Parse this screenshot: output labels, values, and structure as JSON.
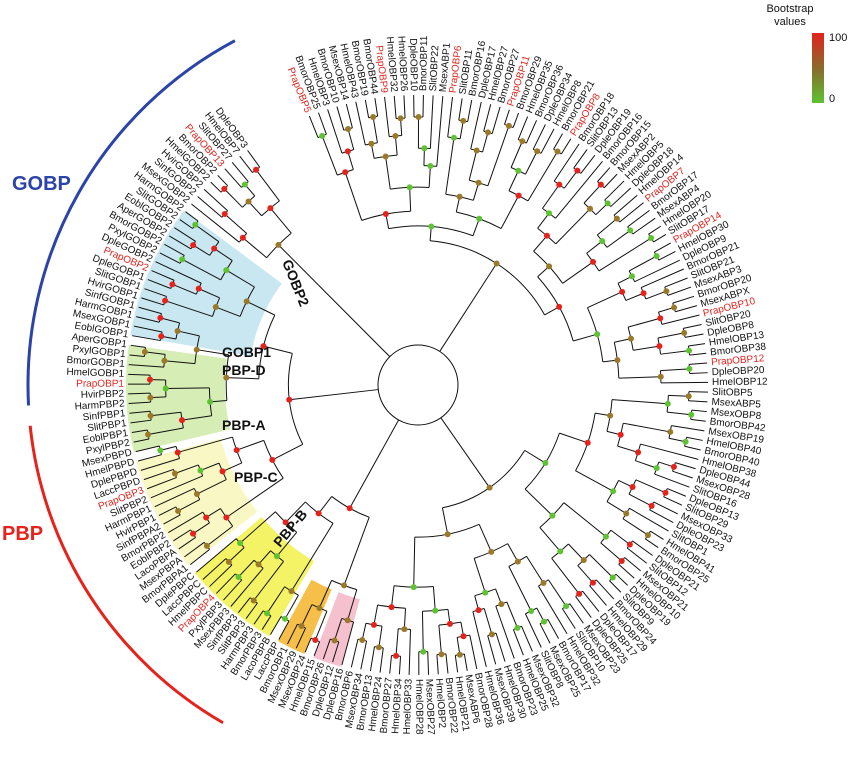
{
  "legend": {
    "title_line1": "Bootstrap",
    "title_line2": "values",
    "max_label": "100",
    "min_label": "0",
    "high_color": "#e3231c",
    "low_color": "#5ec233"
  },
  "groups": [
    {
      "label": "GOBP",
      "color": "#2c43a8"
    },
    {
      "label": "PBP",
      "color": "#e3231c"
    }
  ],
  "clades": [
    {
      "label": "GOBP2",
      "color": "#bfe3ef"
    },
    {
      "label": "GOBP1",
      "color": "#cfeaa8"
    },
    {
      "label": "PBP-D",
      "color": "#f8f6b8"
    },
    {
      "label": "PBP-A",
      "color": "#f2f04a"
    },
    {
      "label": "PBP-C",
      "color": "#f4b42a"
    },
    {
      "label": "PBP-B",
      "color": "#f4b6c6"
    }
  ],
  "highlight_color": "#e3231c",
  "leaves": [
    "PrapOBP5",
    "BmorOBP25",
    "HmelOBP3",
    "BmorOBP10",
    "MsexOBP14",
    "HmelOBP43",
    "BmorOBP19",
    "BmorOBP44",
    "PrapOBP9",
    "HmelOBP32",
    "HmelOBP26",
    "DpleOBP10",
    "BmorOBP11",
    "SlitOBP22",
    "MsexABP1",
    "PrapOBP6",
    "SlitOBP11",
    "BmorOBP16",
    "DpleOBP17",
    "HmelOBP27",
    "BmorOBP27",
    "PrapOBP11",
    "BmorOBP29",
    "HmelOBP35",
    "BmorOBP36",
    "DpleOBP34",
    "HmelOBP8",
    "BmorOBP21",
    "PrapOBP8",
    "BmorOBP18",
    "SlitOBP13",
    "DpleOBP19",
    "BmorOBP16",
    "BmorOBP15",
    "MsexABP2",
    "HmelOBP5",
    "DpleOBP18",
    "HmelOBP14",
    "PrapOBP7",
    "BmorOBP17",
    "MsexABP4",
    "HmelOBP20",
    "SlitOBP17",
    "PrapOBP14",
    "HmelOBP30",
    "DpleOBP9",
    "BmorOBP21",
    "SlitOBP21",
    "MsexABP3",
    "BmorOBP20",
    "MsexABPX",
    "PrapOBP10",
    "SlitOBP20",
    "DpleOBP8",
    "HmelOBP13",
    "BmorOBP38",
    "PrapOBP12",
    "DpleOBP20",
    "HmelOBP12",
    "SlitOBP5",
    "MsexABP5",
    "MsexOBP8",
    "BmorOBP42",
    "MsexOBP19",
    "HmelOBP40",
    "BmorOBP40",
    "HmelOBP38",
    "DpleOBP44",
    "MsexOBP28",
    "SlitOBP16",
    "DpleOBP13",
    "SlitOBP29",
    "MsexOBP33",
    "DpleOBP23",
    "SlitOBP1",
    "HmelOBP41",
    "BmorOBP25",
    "DpleOBP21",
    "SlitOBP12",
    "MsexOBP21",
    "HmelOBP10",
    "DpleOBP19",
    "SlitOBP9",
    "BmorOBP24",
    "HmelOBP29",
    "DpleOBP17",
    "DpleOBP25",
    "MsexOBP23",
    "SlitOBP10",
    "HmelOBP32",
    "BmorOBP17",
    "MsexOBP25",
    "SlitOBP8",
    "MsexOBP32",
    "HmelOBP25",
    "BmorOBP23",
    "HmelOBP30",
    "MsexOBP39",
    "HmelOBP36",
    "BmorOBP28",
    "MsexABP6",
    "HmelOBP21",
    "BmorOBP22",
    "HmelOBP2",
    "MsexOBP27",
    "HmelOBP28",
    "HmelOBP33",
    "HmelOBP34",
    "BmorOBP27",
    "HmelOBP24",
    "BmorOBP13",
    "MsexOBP34",
    "BmorOBP6",
    "DpleOBP16",
    "DpleOBP12",
    "BmorOBP26",
    "HmelOBP15",
    "MsexOBP24",
    "MsexOBP29",
    "BmorOBP1",
    "LaccPBP",
    "LacoPBPB",
    "BmorPBP3",
    "HarmPBP3",
    "SlitPBP3",
    "SinfPBP3",
    "MsexPBP3",
    "PxylPBP3",
    "PrapOBP4",
    "HmelPBPC",
    "LaccPBPC",
    "DplePBPC",
    "BmorPBPA1",
    "MsexPBPA",
    "LacoPBPA",
    "EoblPBP2",
    "BmorPBP2",
    "SinfPBPA2",
    "HvirPBP1",
    "HarmPBP1",
    "SlitPBP2",
    "PrapOBP3",
    "LaccPBPD",
    "DplePBPD",
    "HmelPBPD",
    "MsexPBPD",
    "PxylPBP2",
    "EoblPBP1",
    "SlitPBP1",
    "SinfPBP1",
    "HarmPBP2",
    "HvirPBP2",
    "PrapOBP1",
    "HmelGOBP1",
    "BmorGOBP1",
    "PxylGOBP1",
    "AperGOBP1",
    "EoblGOBP1",
    "MsexGOBP1",
    "HarmGOBP1",
    "SinfGOBP1",
    "HvirGOBP1",
    "SlitGOBP1",
    "DpleGOBP1",
    "PrapOBP2",
    "DpleGOBP2",
    "PxylGOBP2",
    "BmorGOBP2",
    "AperGOBP2",
    "EoblGOBP2",
    "SlitGOBP2",
    "HarmGOBP2",
    "MsexGOBP2",
    "SinfGOBP2",
    "HvirGOBP2",
    "HmelGOBP2",
    "BmorOBP2",
    "PrapOBP13",
    "SlitOBP27",
    "HmelOBP7",
    "DpleOBP3"
  ]
}
